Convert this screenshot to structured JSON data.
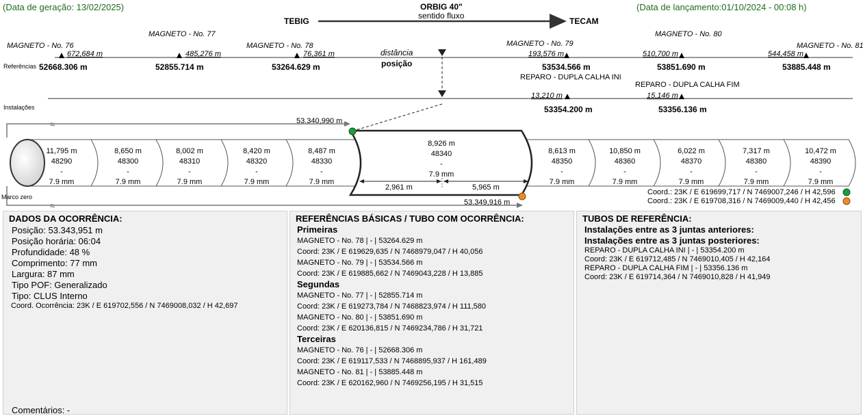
{
  "header": {
    "generation_date": "(Data de geração: 13/02/2025)",
    "launch_date": "(Data de lançamento:01/10/2024 - 00:08 h)",
    "pipeline": "ORBIG 40\"",
    "flow_label": "sentido fluxo",
    "origin": "TEBIG",
    "destination": "TECAM"
  },
  "labels": {
    "referencias": "Referências",
    "instalacoes": "Instalações",
    "marco_zero": "Marco zero",
    "distancia": "distância",
    "posicao": "posição"
  },
  "magnets": [
    {
      "name": "MAGNETO - No. 76",
      "dist": "672,684 m",
      "pos": "52668.306 m"
    },
    {
      "name": "MAGNETO - No. 77",
      "dist": "485,276 m",
      "pos": "52855.714 m"
    },
    {
      "name": "MAGNETO - No. 78",
      "dist": "76,361 m",
      "pos": "53264.629 m"
    },
    {
      "name": "MAGNETO - No. 79",
      "dist": "193,576 m",
      "pos": "53534.566 m"
    },
    {
      "name": "MAGNETO - No. 80",
      "dist": "510,700 m",
      "pos": "53851.690 m"
    },
    {
      "name": "MAGNETO - No. 81",
      "dist": "544,458 m",
      "pos": "53885.448 m"
    }
  ],
  "installations": [
    {
      "name": "REPARO - DUPLA CALHA INI",
      "dist": "13,210 m",
      "pos": "53354.200 m"
    },
    {
      "name": "REPARO - DUPLA CALHA FIM",
      "dist": "15,146 m",
      "pos": "53356.136 m"
    }
  ],
  "pipe": {
    "top_distance": "53.340,990 m",
    "bottom_distance": "53.349,916 m",
    "left_segment": "2,961 m",
    "right_segment": "5,965 m",
    "tubes": [
      {
        "length": "11,795 m",
        "id": "48290",
        "sep": "-",
        "thick": "7.9 mm"
      },
      {
        "length": "8,650 m",
        "id": "48300",
        "sep": "-",
        "thick": "7.9 mm"
      },
      {
        "length": "8,002 m",
        "id": "48310",
        "sep": "-",
        "thick": "7.9 mm"
      },
      {
        "length": "8,420 m",
        "id": "48320",
        "sep": "-",
        "thick": "7.9 mm"
      },
      {
        "length": "8,487 m",
        "id": "48330",
        "sep": "-",
        "thick": "7.9 mm"
      },
      {
        "length": "8,926 m",
        "id": "48340",
        "sep": "-",
        "thick": "7.9 mm"
      },
      {
        "length": "8,613 m",
        "id": "48350",
        "sep": "-",
        "thick": "7.9 mm"
      },
      {
        "length": "10,850 m",
        "id": "48360",
        "sep": "-",
        "thick": "7.9 mm"
      },
      {
        "length": "6,022 m",
        "id": "48370",
        "sep": "-",
        "thick": "7.9 mm"
      },
      {
        "length": "7,317 m",
        "id": "48380",
        "sep": "-",
        "thick": "7.9 mm"
      },
      {
        "length": "10,472 m",
        "id": "48390",
        "sep": "-",
        "thick": "7.9 mm"
      }
    ],
    "coord_green": "Coord.: 23K / E 619699,717 / N 7469007,246 / H 42,596",
    "coord_orange": "Coord.: 23K / E 619708,316 / N 7469009,440 / H 42,456"
  },
  "colors": {
    "green_marker": "#1e9c3a",
    "orange_marker": "#f08a2a",
    "header_green": "#1e6b1e"
  },
  "occurrence": {
    "title": "DADOS DA OCORRÊNCIA:",
    "lines": [
      "Posição: 53.343,951 m",
      "Posição horária: 06:04",
      "Profundidade: 48 %",
      "Comprimento: 77 mm",
      "Largura: 87 mm",
      "Tipo POF: Generalizado",
      "Tipo: CLUS Interno"
    ],
    "coord": "Coord. Ocorrência: 23K / E 619702,556 / N 7469008,032 / H 42,697",
    "comments": "Comentários: -"
  },
  "references": {
    "title": "REFERÊNCIAS BÁSICAS / TUBO COM OCORRÊNCIA:",
    "groups": [
      {
        "heading": "Primeiras",
        "lines": [
          "MAGNETO - No. 78 | - | 53264.629 m",
          "Coord: 23K / E 619629,635 / N 7468979,047 / H 40,056",
          "MAGNETO - No. 79 | - | 53534.566 m",
          "Coord: 23K / E 619885,662 / N 7469043,228 / H 13,885"
        ]
      },
      {
        "heading": "Segundas",
        "lines": [
          "MAGNETO - No. 77 | - | 52855.714 m",
          "Coord: 23K / E 619273,784 / N 7468823,974 / H 111,580",
          "MAGNETO - No. 80 | - | 53851.690 m",
          "Coord: 23K / E 620136,815 / N 7469234,786 / H 31,721"
        ]
      },
      {
        "heading": "Terceiras",
        "lines": [
          "MAGNETO - No. 76 | - | 52668.306 m",
          "Coord: 23K / E 619117,533 / N 7468895,937 / H 161,489",
          "MAGNETO - No. 81 | - | 53885.448 m",
          "Coord: 23K / E 620162,960 / N 7469256,195 / H 31,515"
        ]
      }
    ]
  },
  "tubes_ref": {
    "title": "TUBOS DE REFERÊNCIA:",
    "before_heading": "Instalações entre as 3 juntas anteriores:",
    "after_heading": "Instalações entre as 3 juntas posteriores:",
    "lines": [
      "REPARO - DUPLA CALHA INI | - | 53354.200 m",
      "Coord: 23K / E 619712,485 / N 7469010,405 / H 42,164",
      "REPARO - DUPLA CALHA FIM | - | 53356.136 m",
      "Coord: 23K / E 619714,364 / N 7469010,828 / H 41,949"
    ]
  }
}
